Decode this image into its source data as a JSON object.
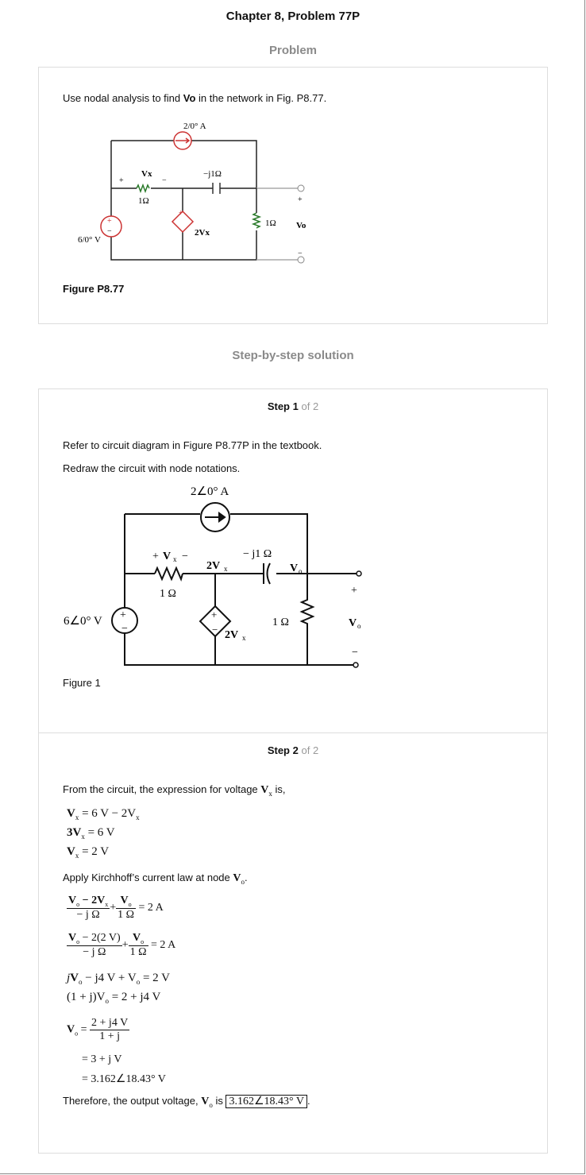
{
  "page": {
    "title": "Chapter 8, Problem 77P",
    "problem_heading": "Problem",
    "solution_heading": "Step-by-step solution"
  },
  "problem": {
    "statement_pre": "Use nodal analysis to find ",
    "statement_var": "Vo",
    "statement_post": " in the network in Fig. P8.77.",
    "figure_caption": "Figure P8.77",
    "circuit": {
      "current_source": "2/0° A",
      "vx_label": "Vx",
      "r1": "1Ω",
      "cap": "−j1Ω",
      "dep_source": "2Vx",
      "r2": "1Ω",
      "vo_label": "Vo",
      "voltage_source": "6/0° V"
    }
  },
  "step1": {
    "label": "Step",
    "num": "1",
    "of": "of 2",
    "line1": "Refer to circuit diagram in Figure P8.77P in the textbook.",
    "line2": "Redraw the circuit with node notations.",
    "figure_caption": "Figure 1",
    "circuit": {
      "current_source": "2∠0° A",
      "vx_plus": "+",
      "vx_label": "V",
      "vx_sub": "x",
      "vx_minus": "−",
      "r1": "1 Ω",
      "node_2vx": "2V",
      "cap": "− j1 Ω",
      "node_vo": "V",
      "r2": "1 Ω",
      "dep_source": "2V",
      "voltage_source": "6∠0° V",
      "out_plus": "+",
      "out_label": "V",
      "out_minus": "−"
    }
  },
  "step2": {
    "label": "Step",
    "num": "2",
    "of": "of 2",
    "intro": "From the circuit, the expression for voltage",
    "intro_end": "is,",
    "eq1": "= 6 V − 2V",
    "eq2": "3V",
    "eq2b": "= 6 V",
    "eq3": "= 2 V",
    "kcl": "Apply Kirchhoff’s current law at node",
    "f1_num": "V",
    "f1_num_b": " − 2V",
    "f1_den": "− j Ω",
    "f2_den": "1 Ω",
    "rhs": "= 2 A",
    "f3_num": " − 2(2 V)",
    "l3": "− j4 V + V",
    "l3b": "= 2 V",
    "l4": "(1 + j)V",
    "l4b": "= 2 + j4 V",
    "l5_num": "2 + j4 V",
    "l5_den": "1 + j",
    "l6": "= 3 + j V",
    "l7": "= 3.162∠18.43° V",
    "therefore": "Therefore, the output voltage,",
    "therefore_is": "is",
    "answer": "3.162∠18.43° V"
  }
}
